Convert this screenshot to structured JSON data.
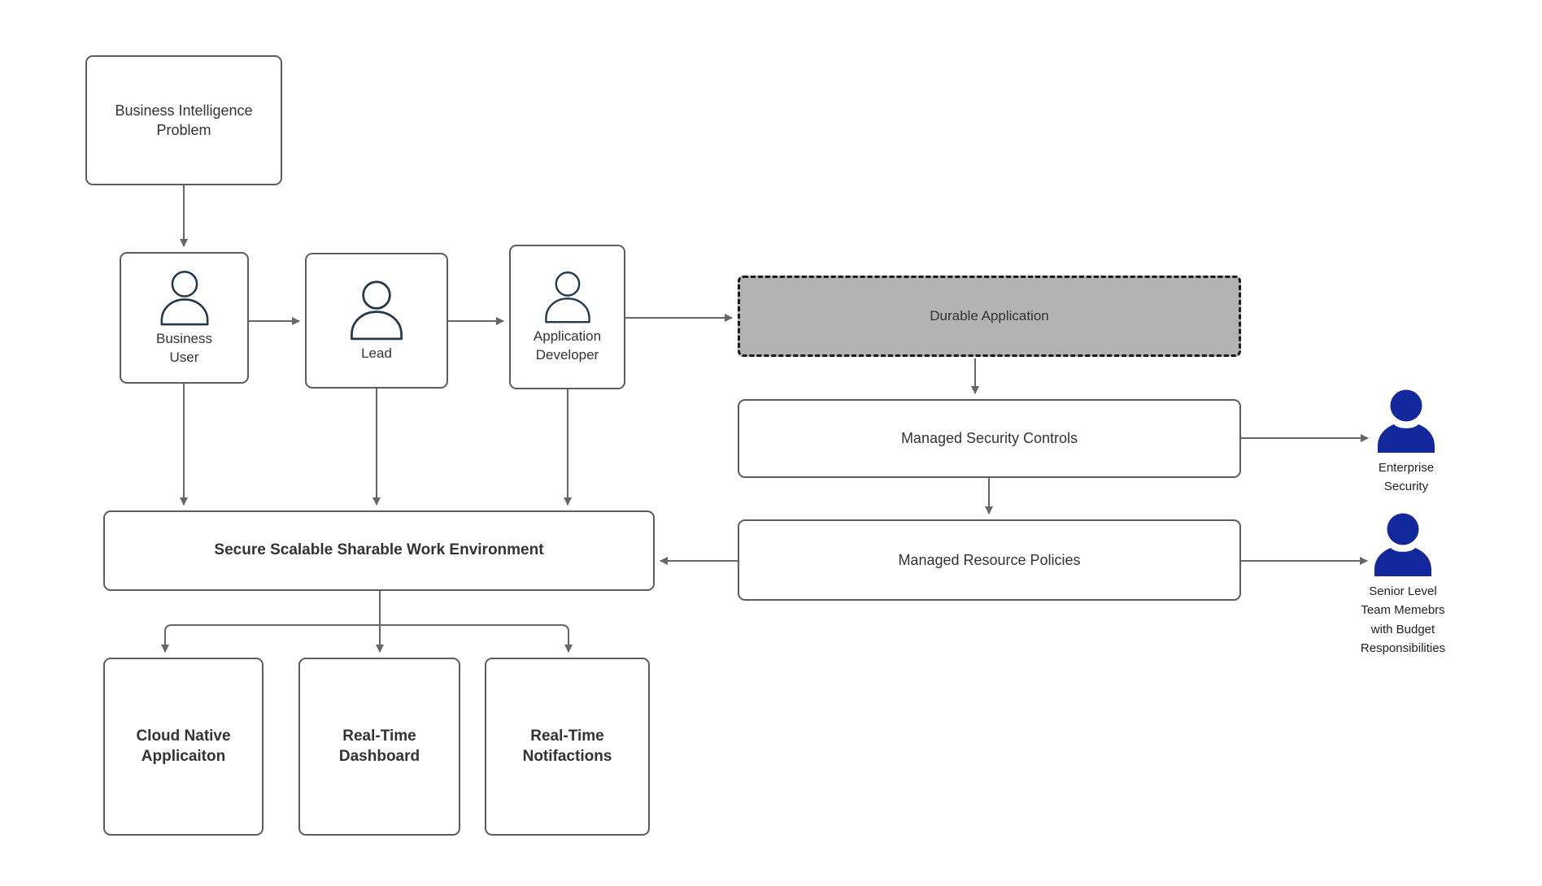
{
  "diagram": {
    "nodes": {
      "bi_problem": {
        "label": [
          "Business Intelligence",
          "Problem"
        ]
      },
      "business_user": {
        "label": [
          "Business",
          "User"
        ]
      },
      "lead": {
        "label": "Lead"
      },
      "app_developer": {
        "label": [
          "Application",
          "Developer"
        ]
      },
      "durable_application": {
        "label": "Durable Application"
      },
      "managed_security": {
        "label": "Managed Security Controls"
      },
      "managed_resources": {
        "label": "Managed Resource Policies"
      },
      "secure_work_env": {
        "label": "Secure Scalable Sharable Work Environment"
      },
      "cloud_native": {
        "label": [
          "Cloud Native",
          "Applicaiton"
        ]
      },
      "realtime_dashboard": {
        "label": [
          "Real-Time",
          "Dashboard"
        ]
      },
      "realtime_notifications": {
        "label": [
          "Real-Time",
          "Notifactions"
        ]
      },
      "enterprise_security": {
        "label": [
          "Enterprise",
          "Security"
        ]
      },
      "senior_team": {
        "label": [
          "Senior Level",
          "Team Memebrs",
          "with Budget",
          "Responsibilities"
        ]
      }
    },
    "colors": {
      "canvas_background": "#ffffff",
      "box_border": "#5c5c5c",
      "arrow": "#666666",
      "text": "#333333",
      "durable_fill": "#b3b3b3",
      "durable_border": "#1a1a1a",
      "person_outline": "#23384d",
      "person_solid_fill": "#14289e"
    }
  }
}
